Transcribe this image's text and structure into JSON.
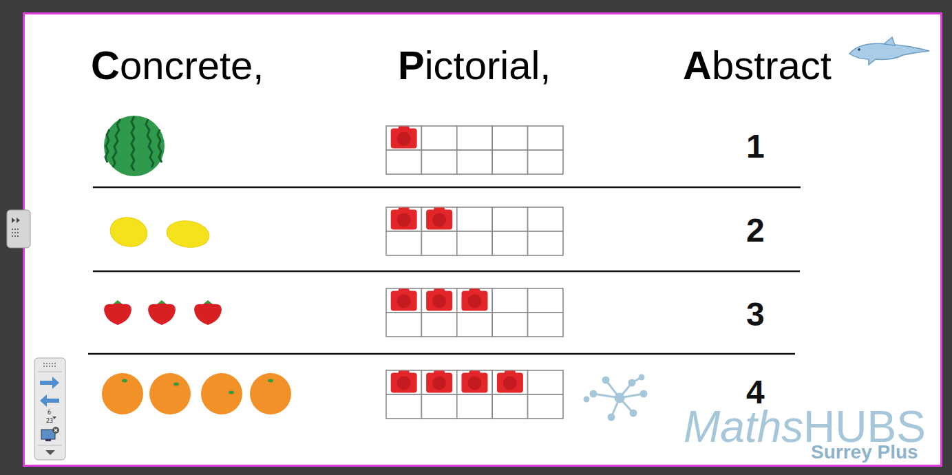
{
  "diagram": {
    "labels": [
      "Concrete,",
      "Pictorial,",
      "Abstract",
      "1",
      "2",
      "3",
      "4",
      "6",
      "23",
      "Maths",
      "HUBS",
      "Surrey Plus"
    ]
  }
}
